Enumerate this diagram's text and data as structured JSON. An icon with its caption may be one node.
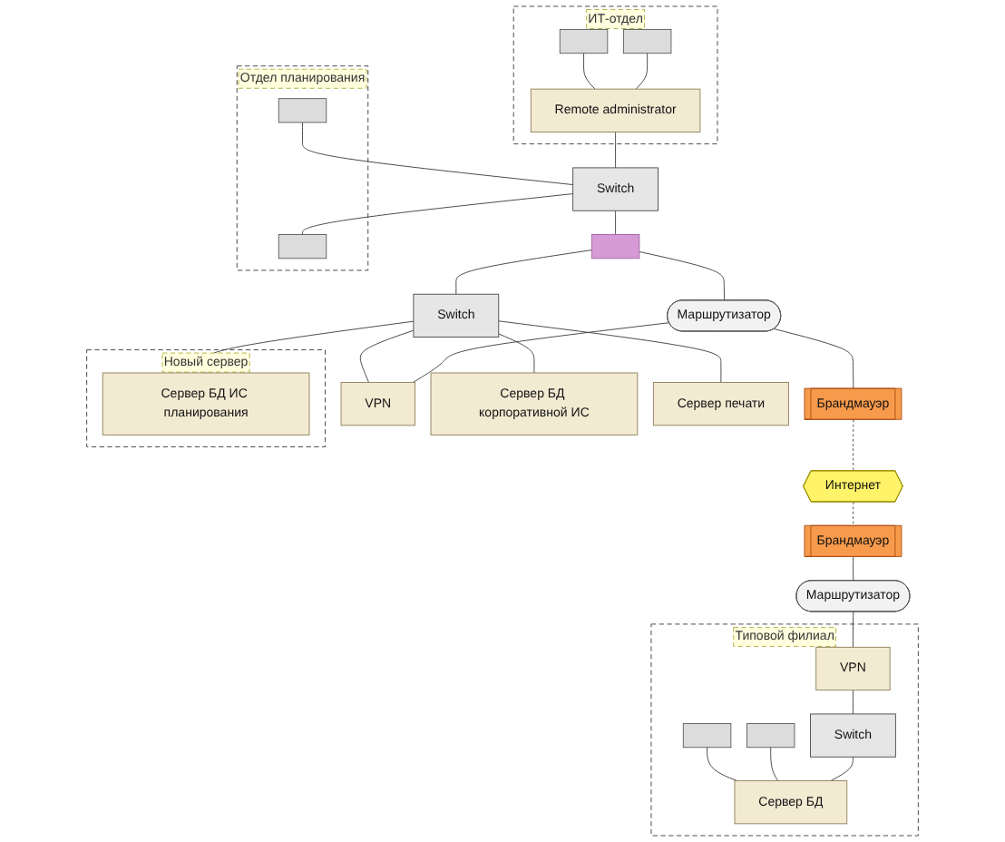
{
  "diagram": {
    "nodes": [
      {
        "text": [
          "ИТ-отдел"
        ]
      },
      {
        "text": [
          "Remote administrator"
        ],
        "in": 0
      },
      {
        "text": [],
        "shape": "computer",
        "in": 0
      },
      {
        "text": [],
        "shape": "printer",
        "in": 0
      },
      {
        "text": [
          "Switch"
        ]
      },
      {
        "text": [
          "Отдел планирования"
        ]
      },
      {
        "text": [],
        "shape": "computer",
        "in": 5
      },
      {
        "text": [],
        "shape": "printer",
        "in": 5
      },
      {
        "text": [],
        "shape": "bar"
      },
      {
        "text": [
          "Switch"
        ]
      },
      {
        "text": [
          "Маршрутизатор"
        ]
      },
      {
        "text": [
          "Брандмауэр"
        ]
      },
      {
        "text": [
          "VPN"
        ]
      },
      {
        "text": [
          "Интернет"
        ]
      },
      {
        "text": [
          "Маршрутизатор"
        ]
      },
      {
        "text": [
          "Брандмауэр"
        ]
      },
      {
        "text": [
          "Сервер БД корпоративной ИС"
        ]
      },
      {
        "text": [
          "Сервер печати"
        ]
      },
      {
        "text": [
          "Новый сервер"
        ]
      },
      {
        "text": [
          "Сервер БД ИС планирования"
        ],
        "in": 18
      },
      {
        "text": [
          "Типовой филиал"
        ]
      },
      {
        "text": [
          "VPN"
        ],
        "in": 20
      },
      {
        "text": [],
        "shape": "computer",
        "in": 20
      },
      {
        "text": [],
        "shape": "printer",
        "in": 20
      },
      {
        "text": [
          "Сервер БД"
        ],
        "in": 20
      },
      {
        "text": [
          "Switch"
        ],
        "in": 20
      }
    ],
    "edges": [
      {
        "from": 2,
        "to": 1,
        "arrow": "none"
      },
      {
        "from": 3,
        "to": 1,
        "arrow": "none"
      },
      {
        "from": 1,
        "to": 4,
        "arrow": "none"
      },
      {
        "from": 4,
        "to": 7,
        "arrow": "none"
      },
      {
        "from": 6,
        "to": 4,
        "arrow": "none"
      },
      {
        "from": 4,
        "to": 8,
        "arrow": "none"
      },
      {
        "from": 8,
        "to": 9,
        "arrow": "none"
      },
      {
        "from": 8,
        "to": 10,
        "arrow": "none"
      },
      {
        "from": 10,
        "to": 11,
        "arrow": "none"
      },
      {
        "from": 10,
        "to": 12,
        "arrow": "none"
      },
      {
        "from": 9,
        "to": 12,
        "arrow": "none"
      },
      {
        "from": 11,
        "to": 13,
        "arrow": "none",
        "style": "dashed"
      },
      {
        "from": 13,
        "to": 15,
        "arrow": "none",
        "style": "dashed"
      },
      {
        "from": 9,
        "to": 16,
        "arrow": "none"
      },
      {
        "from": 9,
        "to": 17,
        "arrow": "none"
      },
      {
        "from": 9,
        "to": 19,
        "arrow": "none"
      },
      {
        "from": 15,
        "to": 14,
        "arrow": "none"
      },
      {
        "from": 14,
        "to": 21,
        "arrow": "none"
      },
      {
        "from": 21,
        "to": 25,
        "arrow": "none"
      },
      {
        "from": 25,
        "to": 24,
        "arrow": "none"
      },
      {
        "from": 22,
        "to": 24,
        "arrow": "none"
      },
      {
        "from": 23,
        "to": 24,
        "arrow": "none"
      }
    ]
  }
}
